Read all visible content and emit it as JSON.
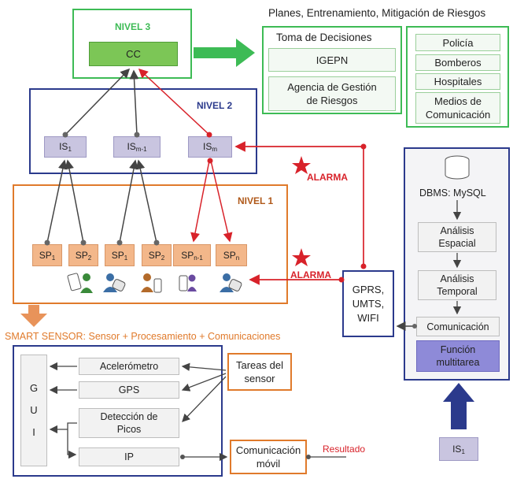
{
  "top_banner": "Planes, Entrenamiento, Mitigación de Riesgos",
  "nivel3": {
    "label": "NIVEL 3",
    "cc": "CC"
  },
  "decisions": {
    "title": "Toma de Decisiones",
    "igepn": "IGEPN",
    "agencia_line1": "Agencia de Gestión",
    "agencia_line2": "de Riesgos"
  },
  "agencies": {
    "policia": "Policía",
    "bomberos": "Bomberos",
    "hospitales": "Hospitales",
    "medios_line1": "Medios de",
    "medios_line2": "Comunicación"
  },
  "nivel2": {
    "label": "NIVEL 2",
    "is_main": "IS",
    "sub1": "1",
    "sub2": "m-1",
    "sub3": "m"
  },
  "nivel1": {
    "label": "NIVEL 1",
    "sp_main": "SP",
    "subs": [
      "1",
      "2",
      "1",
      "2",
      "n-1",
      "n"
    ]
  },
  "alarma": "ALARMA",
  "comm": {
    "line1": "GPRS,",
    "line2": "UMTS,",
    "line3": "WIFI"
  },
  "dbms": {
    "title": "DBMS: MySQL",
    "espacial_line1": "Análisis",
    "espacial_line2": "Espacial",
    "temporal_line1": "Análisis",
    "temporal_line2": "Temporal",
    "comunicacion": "Comunicación",
    "funcion_line1": "Función",
    "funcion_line2": "multitarea"
  },
  "smart_sensor": "SMART SENSOR: Sensor + Procesamiento + Comunicaciones",
  "gui": [
    "G",
    "U",
    "I"
  ],
  "sensor_blocks": {
    "acelerometro": "Acelerómetro",
    "gps": "GPS",
    "picos_line1": "Detección de",
    "picos_line2": "Picos",
    "ip": "IP"
  },
  "tareas": {
    "line1": "Tareas del",
    "line2": "sensor"
  },
  "movil": {
    "line1": "Comunicación",
    "line2": "móvil"
  },
  "resultado": "Resultado",
  "is1_bottom": {
    "main": "IS",
    "sub": "1"
  },
  "colors": {
    "green": "#3dbb55",
    "blue": "#2b3a8c",
    "orange": "#e07a2b",
    "red": "#d8222a",
    "lavender": "#c9c5e0",
    "sp": "#f3b78a"
  }
}
